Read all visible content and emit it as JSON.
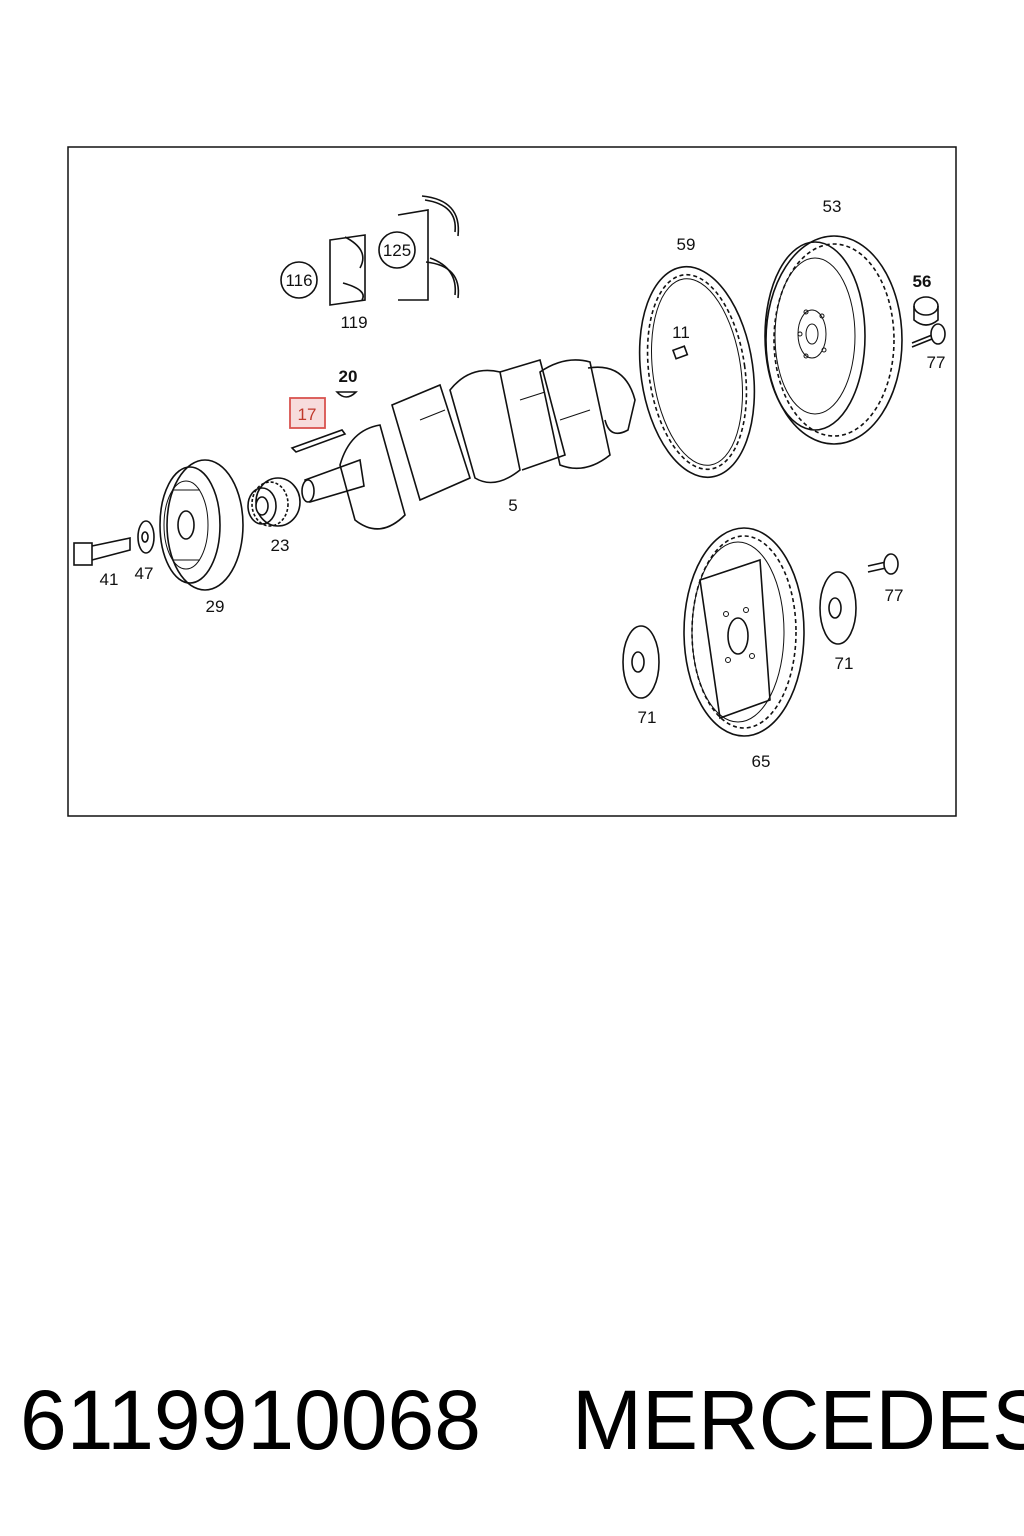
{
  "footer": {
    "part_number": "6119910068",
    "brand": "MERCEDES"
  },
  "callouts": {
    "c116": "116",
    "c125": "125",
    "c119": "119",
    "c59": "59",
    "c53": "53",
    "c56": "56",
    "c11": "11",
    "c77a": "77",
    "c20": "20",
    "c17": "17",
    "c5": "5",
    "c23": "23",
    "c29": "29",
    "c41": "41",
    "c47": "47",
    "c77b": "77",
    "c71a": "71",
    "c71b": "71",
    "c65": "65"
  },
  "highlight": {
    "part": "17",
    "color": "#d9534f",
    "fill": "#f7dcdc"
  }
}
